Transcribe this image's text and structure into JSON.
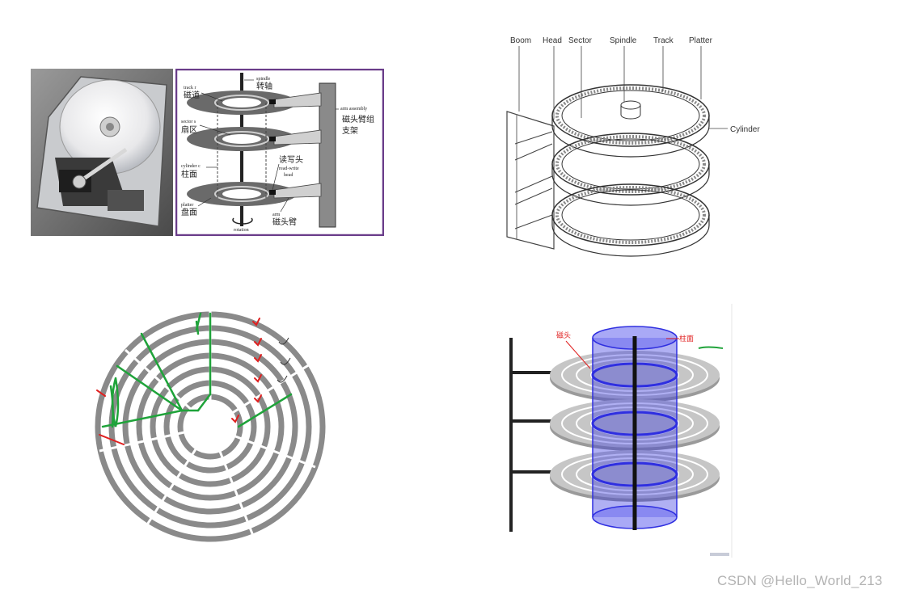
{
  "diagram1": {
    "labels": {
      "track": "track r",
      "track_cn": "磁道",
      "spindle": "spindle",
      "spindle_cn": "转轴",
      "sector": "sector s",
      "sector_cn": "扇区",
      "arm_assembly": "arm assembly",
      "arm_assembly_cn_1": "磁头臂组",
      "arm_assembly_cn_2": "支架",
      "cylinder": "cylinder c",
      "cylinder_cn": "柱面",
      "head_cn": "读写头",
      "read_write": "read-write",
      "head": "head",
      "platter": "platter",
      "platter_cn": "盘面",
      "arm": "arm",
      "arm_cn": "磁头臂",
      "rotation": "rotation"
    }
  },
  "diagram2": {
    "labels": {
      "boom": "Boom",
      "head": "Head",
      "sector": "Sector",
      "spindle": "Spindle",
      "track": "Track",
      "platter": "Platter",
      "cylinder": "Cylinder"
    }
  },
  "diagram4": {
    "labels": {
      "head_cn": "磁头",
      "cylinder_cn": "柱面"
    }
  },
  "watermark": "CSDN @Hello_World_213",
  "colors": {
    "frame_purple": "#6a3d8a",
    "disk_gray": "#8a8a8a",
    "cylinder_blue": "#2f2fe0",
    "annotation_green": "#1fa33a",
    "annotation_red": "#e02020"
  }
}
